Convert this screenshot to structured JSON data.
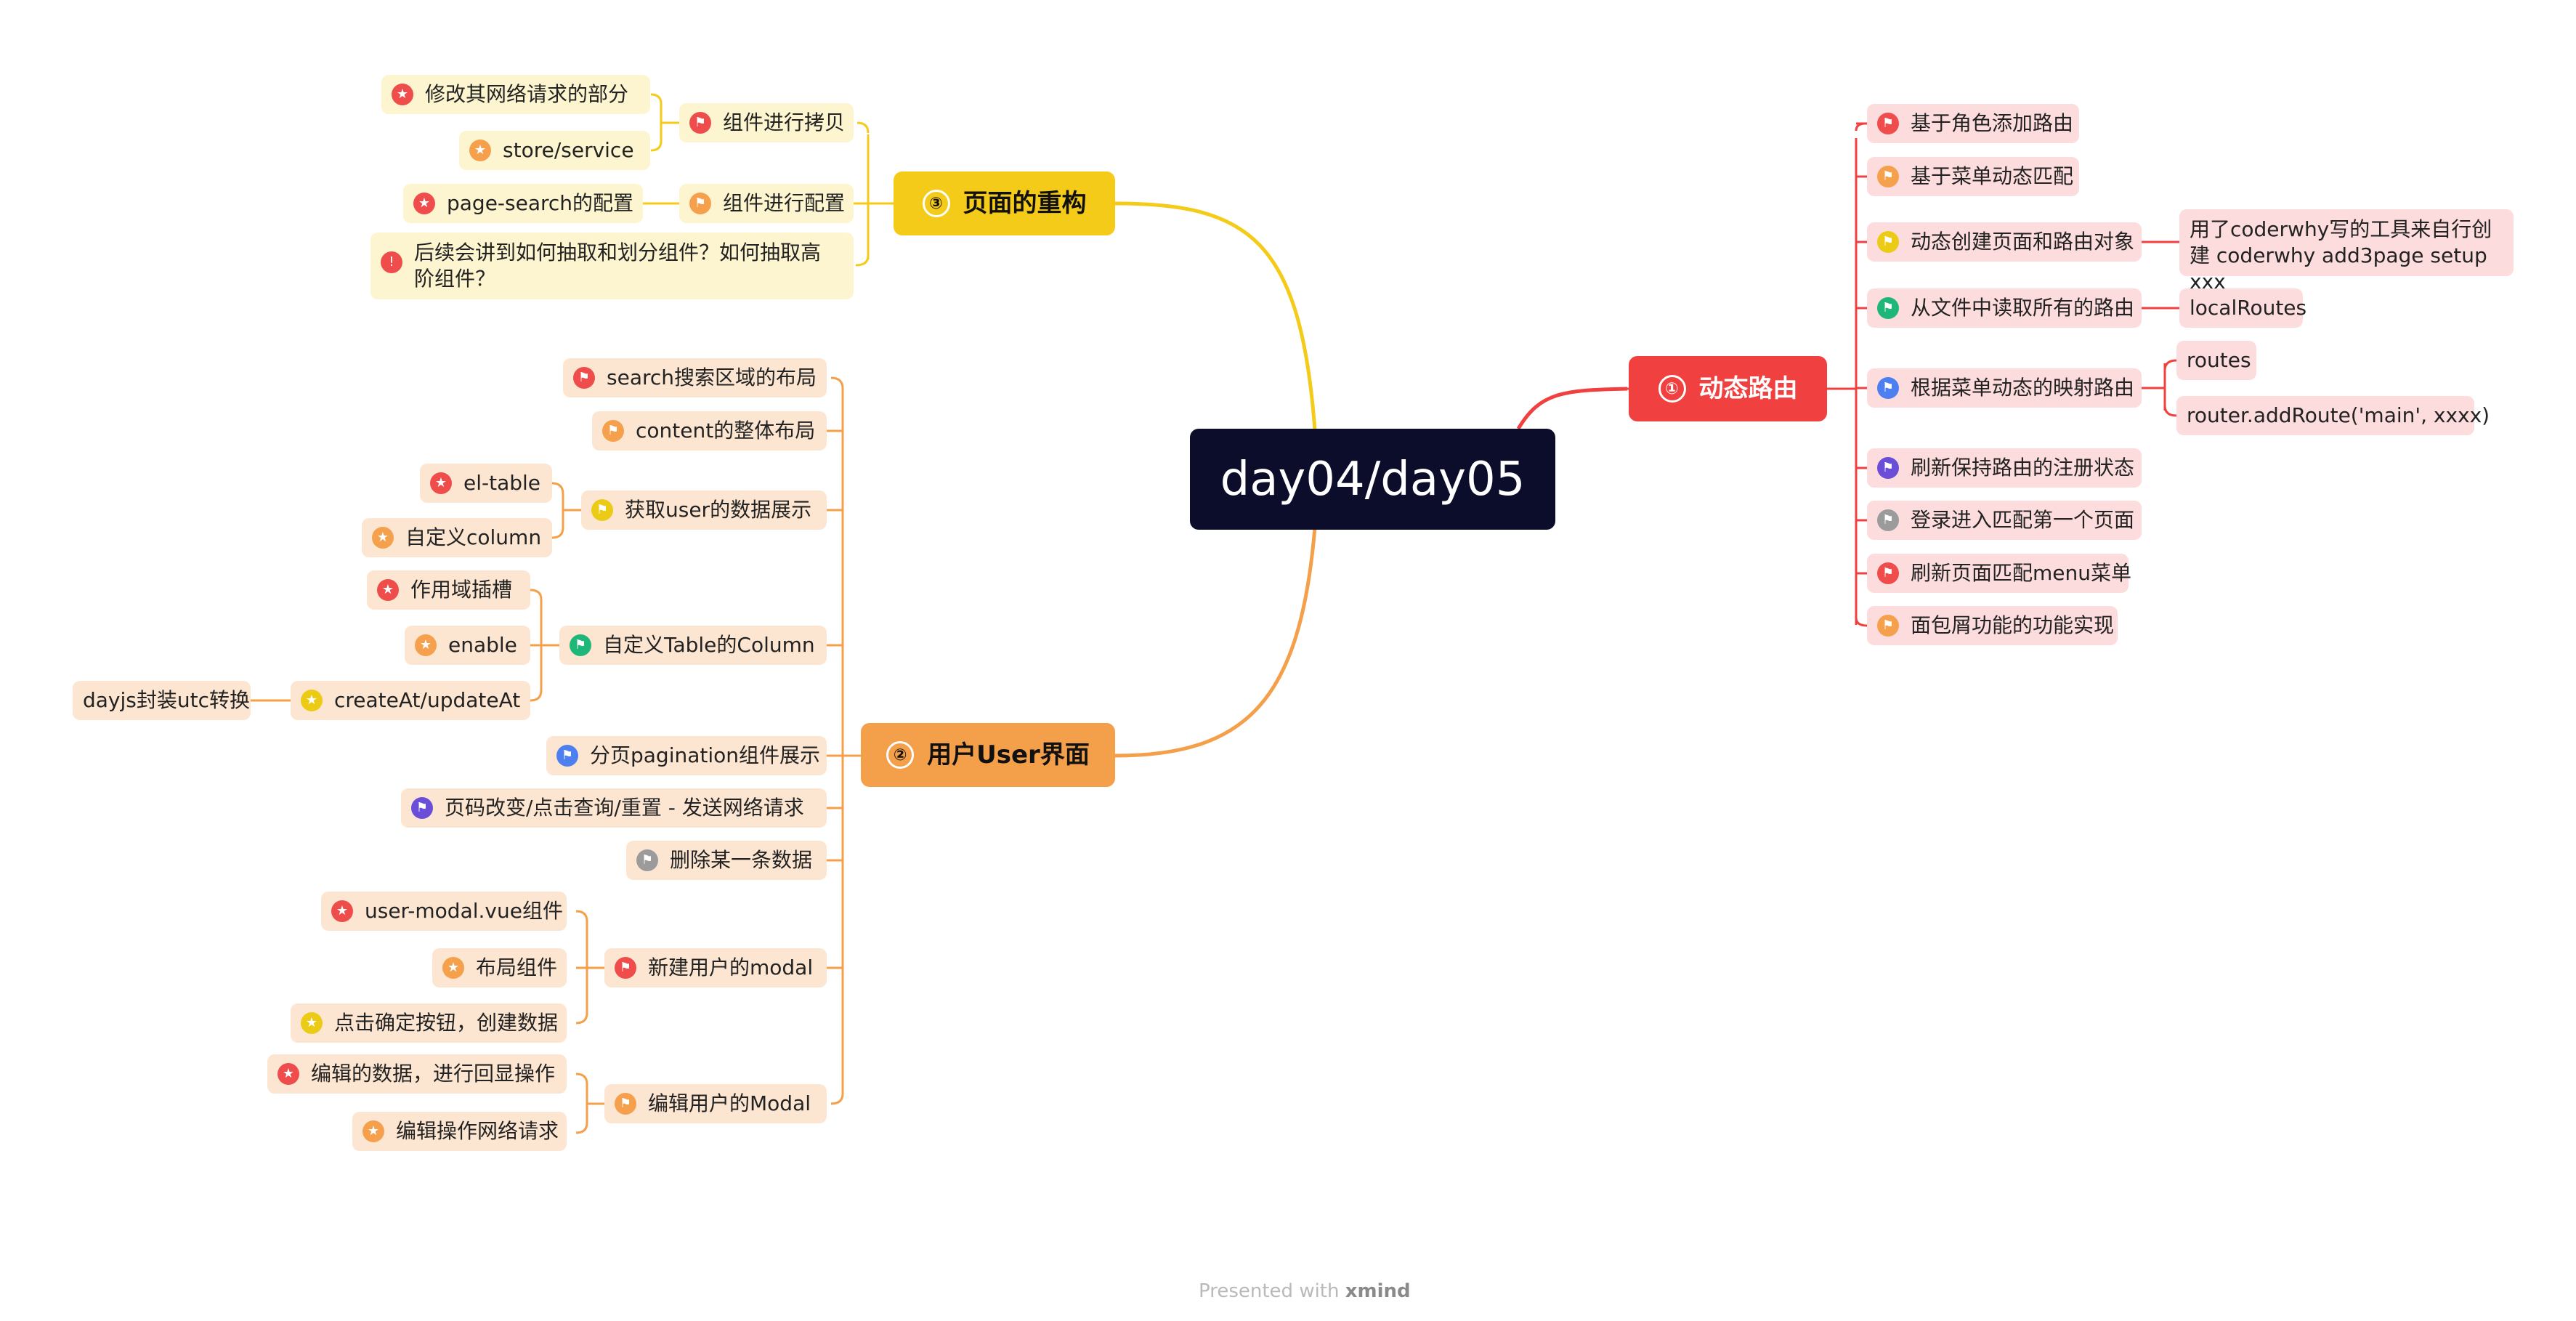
{
  "center": {
    "title": "day04/day05"
  },
  "colors": {
    "center_bg": "#0b0d2b",
    "red": "#f0403f",
    "orange": "#f4a04b",
    "yellow": "#f5cb1a",
    "red_light": "#fcdcdc",
    "orange_light": "#fde6d1",
    "yellow_light": "#fdf5cf",
    "flag_red": "#ef4c4c",
    "flag_orange": "#f5a04c",
    "flag_yellow": "#eccb17",
    "flag_green": "#1fb67a",
    "flag_blue": "#4d7ff0",
    "flag_purple": "#6b4ed8",
    "flag_gray": "#9b9b9b"
  },
  "branch1": {
    "num": "①",
    "label": "动态路由",
    "items": {
      "a": "基于角色添加路由",
      "b": "基于菜单动态匹配",
      "c": "动态创建页面和路由对象",
      "c1": "用了coderwhy写的工具来自行创建 coderwhy add3page setup xxx",
      "d": "从文件中读取所有的路由",
      "d1": "localRoutes",
      "e": "根据菜单动态的映射路由",
      "e1": "routes",
      "e2": "router.addRoute('main', xxxx)",
      "f": "刷新保持路由的注册状态",
      "g": "登录进入匹配第一个页面",
      "h": "刷新页面匹配menu菜单",
      "i": "面包屑功能的功能实现"
    }
  },
  "branch2": {
    "num": "②",
    "label": "用户User界面",
    "items": {
      "a": "search搜索区域的布局",
      "b": "content的整体布局",
      "c": "获取user的数据展示",
      "c1": "el-table",
      "c2": "自定义column",
      "d": "自定义Table的Column",
      "d1": "作用域插槽",
      "d2": "enable",
      "d3": "createAt/updateAt",
      "d3a": "dayjs封装utc转换",
      "e": "分页pagination组件展示",
      "f": "页码改变/点击查询/重置 - 发送网络请求",
      "g": "删除某一条数据",
      "h": "新建用户的modal",
      "h1": "user-modal.vue组件",
      "h2": "布局组件",
      "h3": "点击确定按钮，创建数据",
      "i": "编辑用户的Modal",
      "i1": "编辑的数据，进行回显操作",
      "i2": "编辑操作网络请求"
    }
  },
  "branch3": {
    "num": "③",
    "label": "页面的重构",
    "items": {
      "a": "组件进行拷贝",
      "a1": "修改其网络请求的部分",
      "a2": "store/service",
      "b": "组件进行配置",
      "b1": "page-search的配置",
      "c": "后续会讲到如何抽取和划分组件？如何抽取高阶组件？"
    }
  },
  "footer": {
    "prefix": "Presented with",
    "brand": "xmind"
  }
}
